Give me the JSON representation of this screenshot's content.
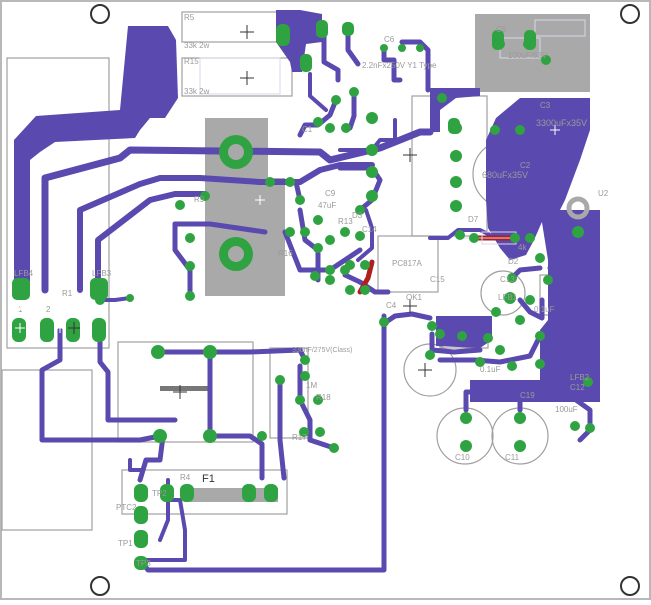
{
  "colors": {
    "board": "#ffffff",
    "border": "#b8b8b8",
    "copper": "#5a49ae",
    "copper_dark": "#4a3a9a",
    "pad": "#2fa341",
    "silk": "#9a9a9a",
    "gray_fill": "#a9a9a9",
    "red_trace": "#b01e1e",
    "hole": "#333333"
  },
  "labels": {
    "r5": "R5",
    "r5_val": "33k 2w",
    "r15": "R15",
    "r15_val": "33k 2w",
    "c6": "C6",
    "c6_val": "2.2nFx250V Y1 Type",
    "c5": "C5",
    "c5_val": "100uF/63V",
    "c3": "C3",
    "c3_val": "3300uFx35V",
    "c2": "C2",
    "c2_val": "680uFx35V",
    "u2": "U2",
    "d3": "D3",
    "d7": "D7",
    "d2": "D2",
    "pc817": "PC817A",
    "ok1": "OK1",
    "c4": "C4",
    "c13": "C13",
    "c10": "C10",
    "c11": "C11",
    "c12": "C12",
    "c14": "C14",
    "c19": "C19",
    "b1": "B1",
    "f1": "F1",
    "r1": "R1",
    "r4": "R4",
    "r9": "R9",
    "r16": "R16",
    "r17": "R17",
    "r18": "R18",
    "r18_val": "1M",
    "c1": "C1",
    "c9": "C9",
    "c9_val": "47uF",
    "r13": "R13",
    "c15": "C15",
    "cap_330": "330nF/275V(Class)",
    "tp1": "TP1",
    "tp2": "TP2",
    "tp3": "TP3",
    "ptc2": "PTC2",
    "lfb1": "LFB1",
    "lfb2": "LFB2",
    "lfb3": "LFB3",
    "lfb4": "LFB4",
    "pin1": "1",
    "pin2": "2",
    "val_01uf": "0.1uF",
    "val_01uf_b": "0.1uF",
    "val_4k": "4k",
    "c12_val": "100uF"
  }
}
